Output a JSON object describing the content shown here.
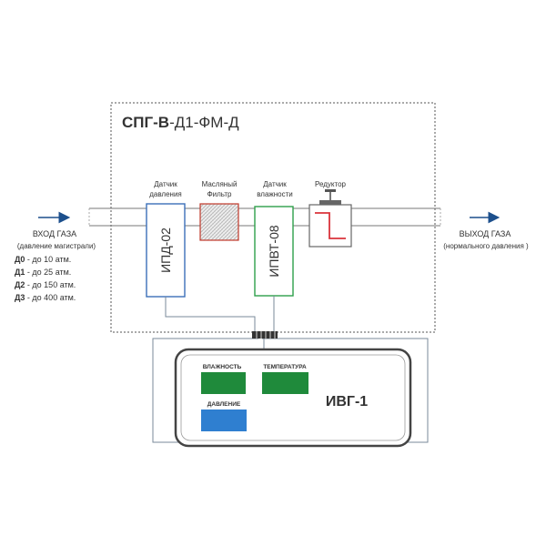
{
  "title": {
    "bold_part": "СПГ-В",
    "rest": "-Д1-ФМ-Д"
  },
  "inlet": {
    "label": "ВХОД ГАЗА",
    "sublabel": "(давление магистрали)",
    "ranges": [
      {
        "code": "Д0",
        "text": " - до 10 атм."
      },
      {
        "code": "Д1",
        "text": " - до 25 атм."
      },
      {
        "code": "Д2",
        "text": " - до 150 атм."
      },
      {
        "code": "Д3",
        "text": " - до 400 атм."
      }
    ]
  },
  "outlet": {
    "label": "ВЫХОД ГАЗА",
    "sublabel": "(нормального давления )"
  },
  "pressure_sensor": {
    "caption_1": "Датчик",
    "caption_2": "давления",
    "model": "ИПД-02",
    "color": "#3b6fb8"
  },
  "filter": {
    "caption_1": "Масляный",
    "caption_2": "Фильтр",
    "color": "#c0392b"
  },
  "humidity_sensor": {
    "caption_1": "Датчик",
    "caption_2": "влажности",
    "model": "ИПВТ-08",
    "color": "#2ea04a"
  },
  "reducer": {
    "caption": "Редуктор",
    "color": "#d9333b"
  },
  "device": {
    "name": "ИВГ-1",
    "indicators": [
      {
        "label": "ВЛАЖНОСТЬ",
        "color": "#1f8a3b"
      },
      {
        "label": "ТЕМПЕРАТУРА",
        "color": "#1f8a3b"
      },
      {
        "label": "ДАВЛЕНИЕ",
        "color": "#2f7fd0"
      }
    ]
  },
  "colors": {
    "arrow": "#1c4f8c",
    "frame": "#555555",
    "pipe": "#777777"
  }
}
